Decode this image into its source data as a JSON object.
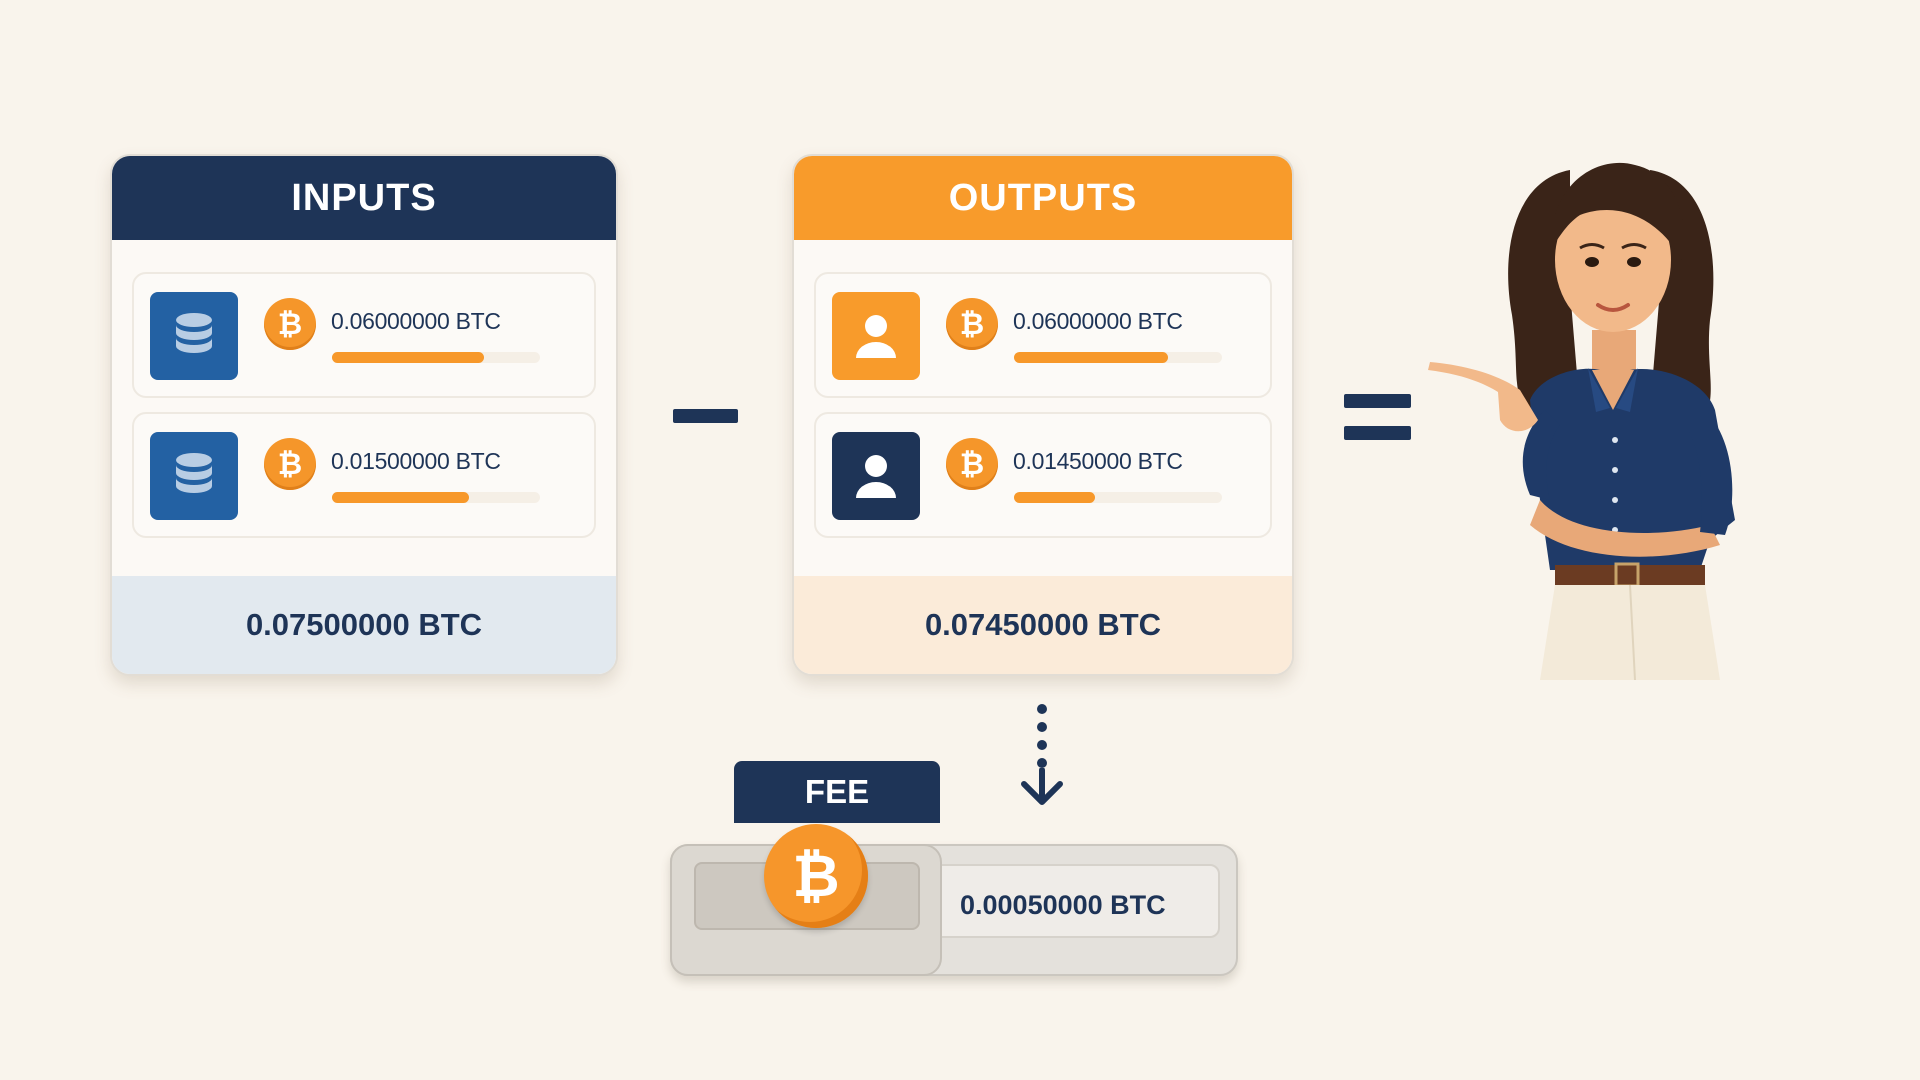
{
  "inputs": {
    "title": "INPUTS",
    "items": [
      {
        "icon": "database-icon",
        "amount": "0.06000000 BTC",
        "bar_fraction": 0.73
      },
      {
        "icon": "database-icon",
        "amount": "0.01500000 BTC",
        "bar_fraction": 0.66
      }
    ],
    "total": "0.07500000 BTC"
  },
  "outputs": {
    "title": "OUTPUTS",
    "items": [
      {
        "icon": "user-icon",
        "amount": "0.06000000 BTC",
        "bar_fraction": 0.74
      },
      {
        "icon": "user-icon",
        "amount": "0.01450000 BTC",
        "bar_fraction": 0.39
      }
    ],
    "total": "0.07450000 BTC"
  },
  "operators": {
    "minus": "minus-sign",
    "equals": "equals-sign"
  },
  "fee": {
    "label": "FEE",
    "amount": "0.00050000 BTC"
  },
  "coin_symbol": "₿",
  "colors": {
    "navy": "#1e3457",
    "orange": "#f89b2b",
    "blue": "#2361a3",
    "background": "#f9f4ec"
  }
}
